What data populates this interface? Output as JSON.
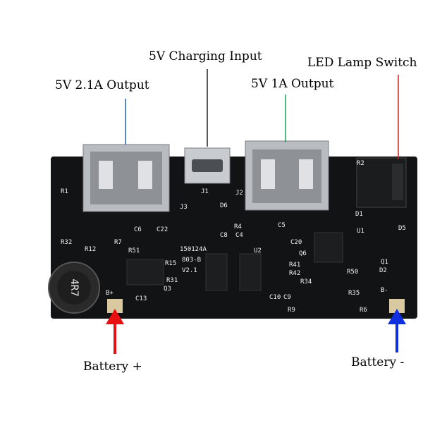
{
  "callouts": [
    {
      "id": "usb-21a",
      "text": "5V 2.1A Output",
      "color": "#000000",
      "line_color": "#1f5fbf"
    },
    {
      "id": "charging",
      "text": "5V Charging Input",
      "color": "#000000",
      "line_color": "#222222"
    },
    {
      "id": "usb-1a",
      "text": "5V 1A Output",
      "color": "#000000",
      "line_color": "#1aa35a"
    },
    {
      "id": "led",
      "text": "LED Lamp Switch",
      "color": "#000000",
      "line_color": "#d02020"
    },
    {
      "id": "bat-plus",
      "text": "Battery +",
      "color": "#000000",
      "arrow_color": "#e81010"
    },
    {
      "id": "bat-minus",
      "text": "Battery -",
      "color": "#000000",
      "arrow_color": "#1030e0"
    }
  ],
  "board": {
    "inductor_marking": "4R7",
    "silkscreen": {
      "pcb_id": "150124A",
      "model": "803-B",
      "version": "V2.1",
      "refs": [
        "J3",
        "J1",
        "D6",
        "J2",
        "C22",
        "C6",
        "C8",
        "C4",
        "C5",
        "C20",
        "Q6",
        "U1",
        "D5",
        "R51",
        "R15",
        "R31",
        "Q3",
        "U2",
        "R41",
        "R42",
        "R34",
        "C10",
        "C9",
        "R9",
        "R35",
        "R6",
        "R50",
        "D2",
        "Q1",
        "R32",
        "R12",
        "C13",
        "B-",
        "B+",
        "R7",
        "R2",
        "R1",
        "R4",
        "D1"
      ]
    },
    "colors": {
      "pcb": "#111315",
      "silk": "#f2f2f2",
      "metal": "#c9ccd0",
      "pad": "#d8c9a0"
    }
  }
}
